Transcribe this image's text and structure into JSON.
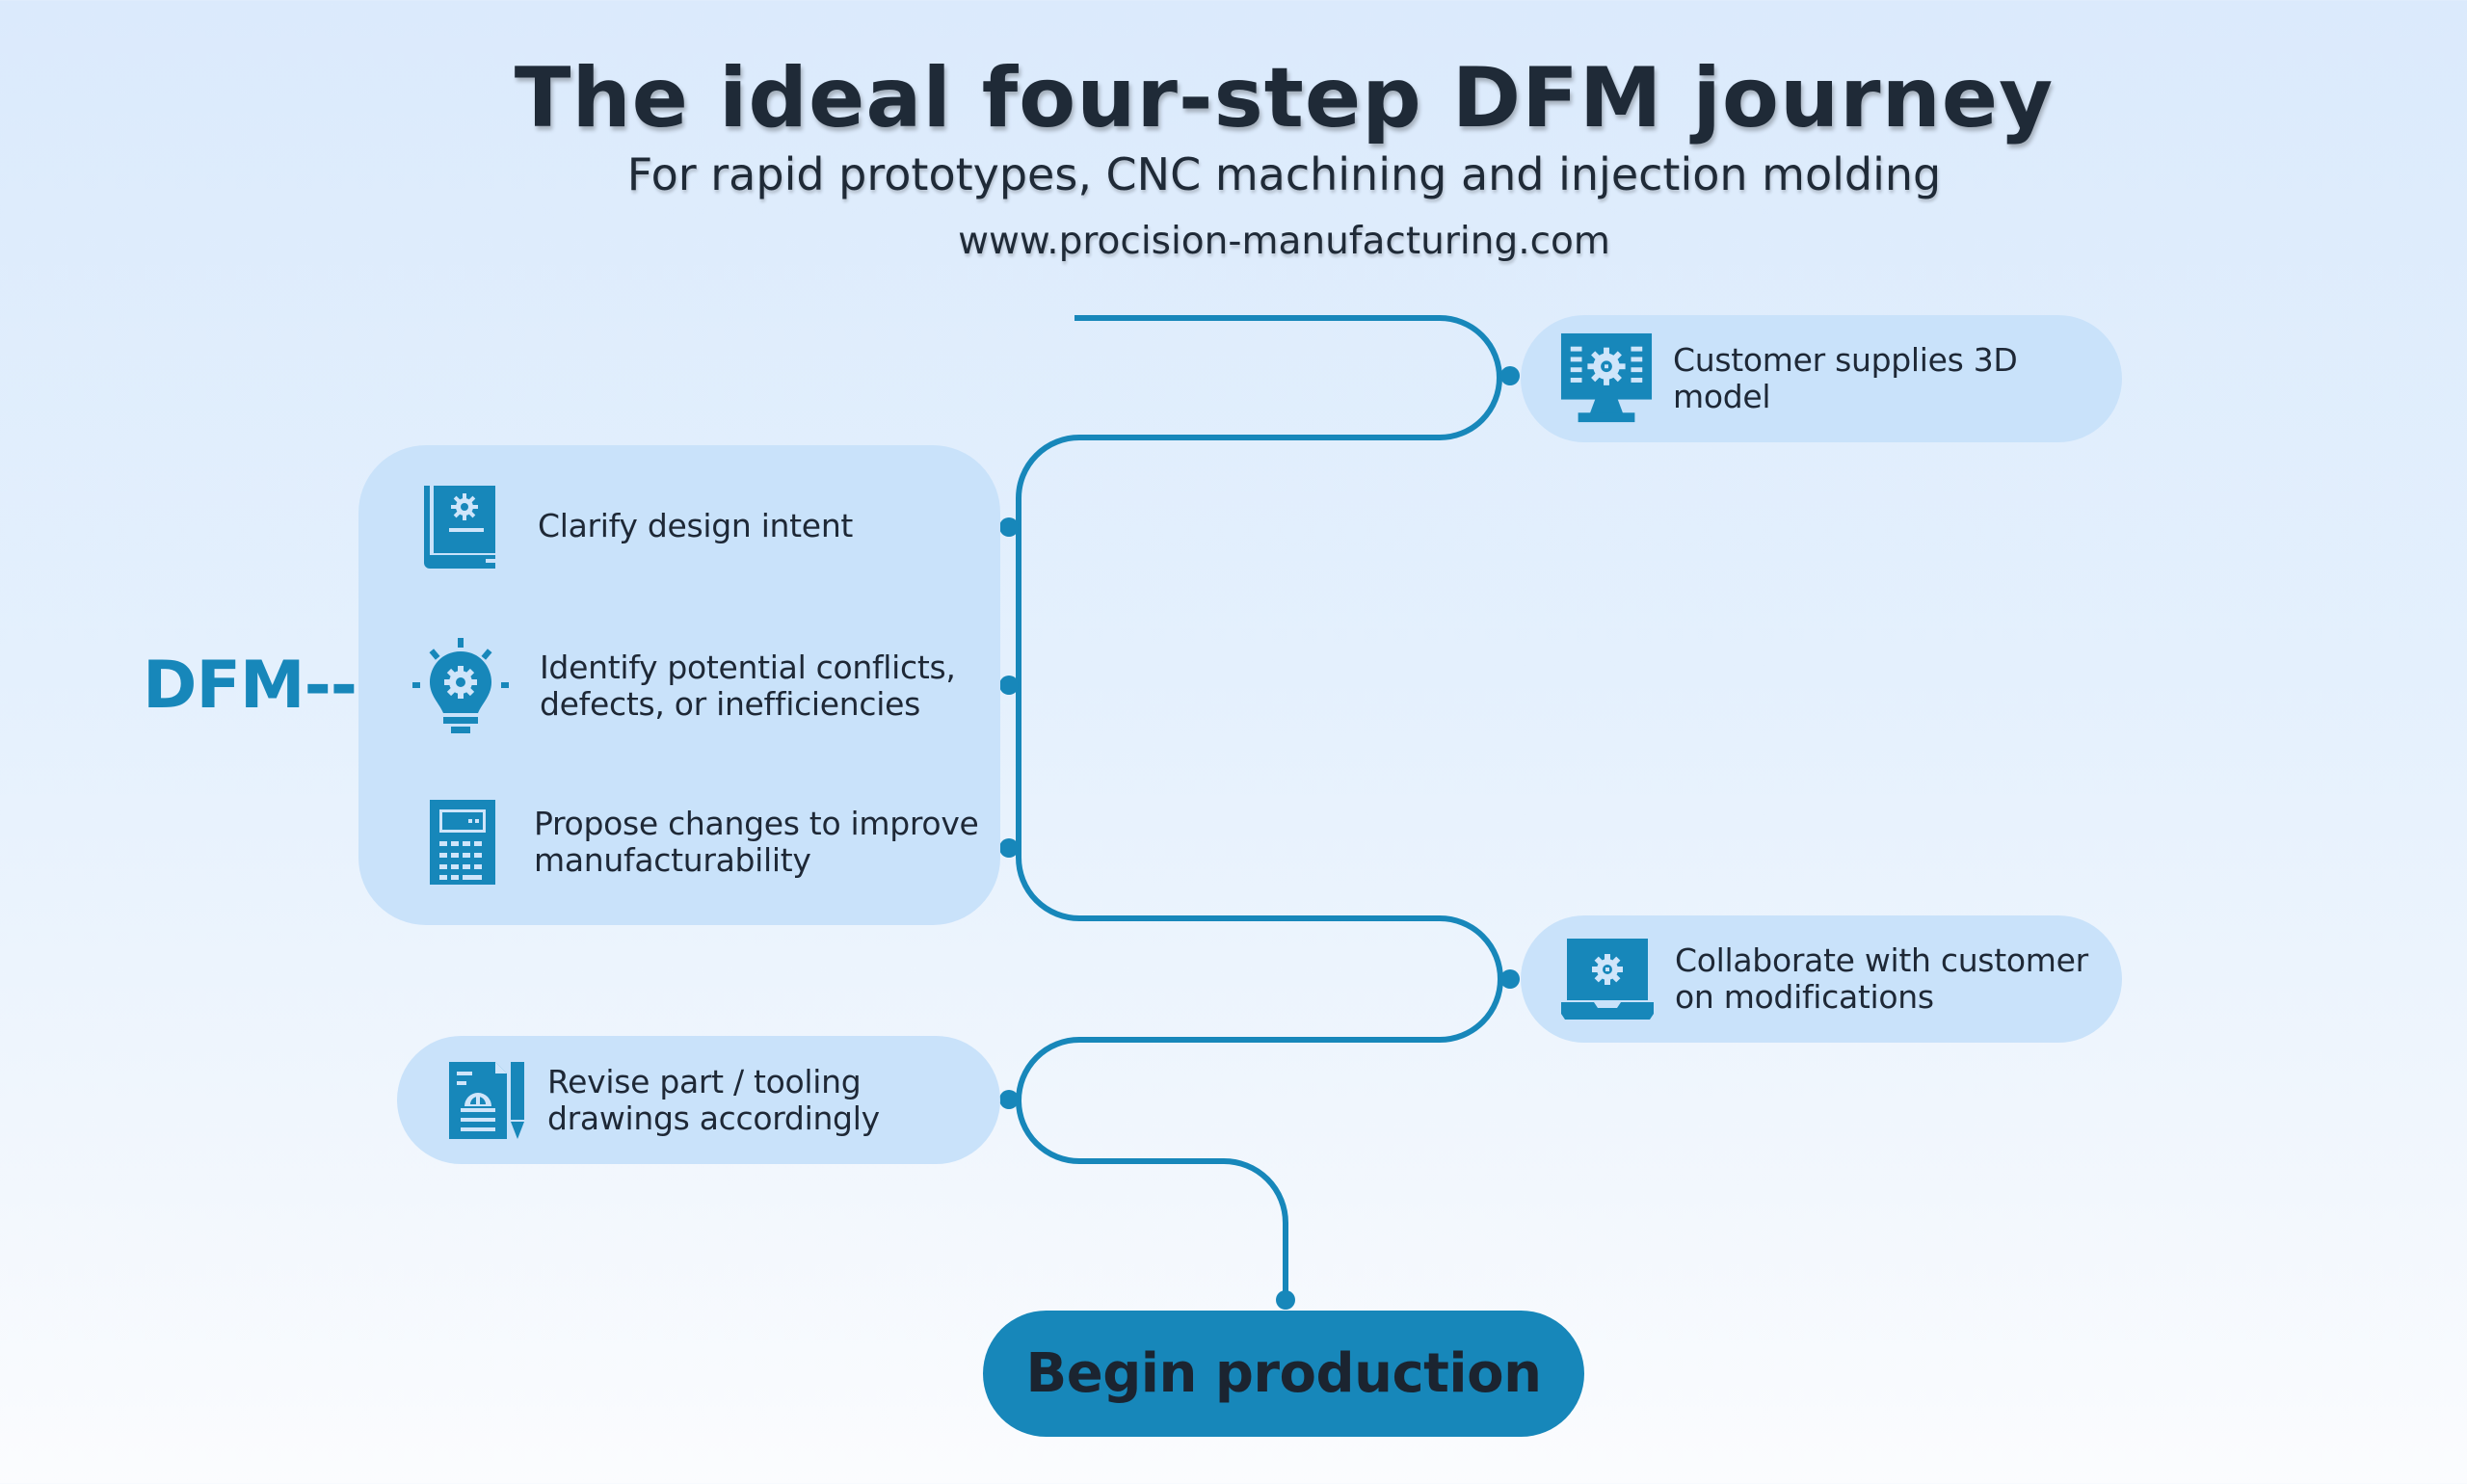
{
  "header": {
    "title": "The ideal four-step DFM journey",
    "subtitle": "For rapid prototypes, CNC machining and injection molding",
    "url": "www.procision-manufacturing.com"
  },
  "colors": {
    "accent": "#1787ba",
    "card_bg": "#c9e2fa",
    "text": "#1e2836"
  },
  "dfm_label": "DFM--",
  "steps": [
    {
      "id": "customer-model",
      "icon": "monitor-gear-icon",
      "lines": [
        "Customer supplies 3D model"
      ]
    },
    {
      "id": "clarify",
      "icon": "book-gear-icon",
      "lines": [
        "Clarify design intent"
      ]
    },
    {
      "id": "identify",
      "icon": "lightbulb-gear-icon",
      "lines": [
        "Identify potential conflicts,",
        "defects, or inefficiencies"
      ]
    },
    {
      "id": "propose",
      "icon": "calculator-icon",
      "lines": [
        "Propose changes to improve",
        "manufacturability"
      ]
    },
    {
      "id": "collaborate",
      "icon": "laptop-gear-icon",
      "lines": [
        "Collaborate with customer",
        "on modifications"
      ]
    },
    {
      "id": "revise",
      "icon": "drawing-pencil-icon",
      "lines": [
        "Revise part / tooling",
        "drawings accordingly"
      ]
    }
  ],
  "final_step": {
    "label": "Begin production"
  }
}
